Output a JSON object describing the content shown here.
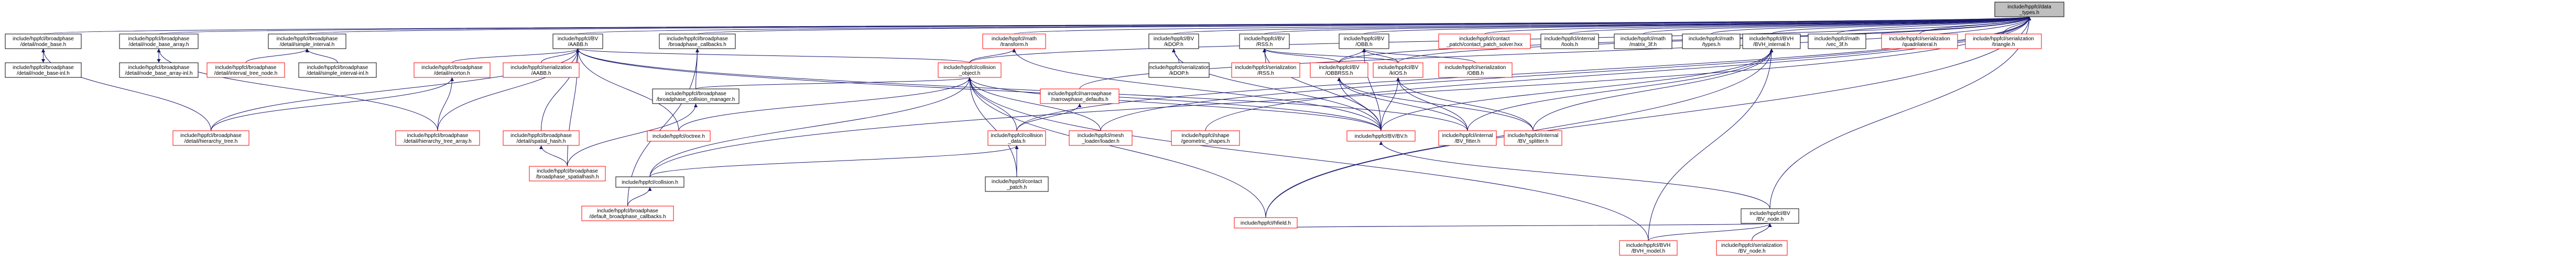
{
  "graph": {
    "root": "include/hppfcl/data_types.h",
    "colors": {
      "edge": "#191970",
      "normal_border": "#000000",
      "truncated_border": "#ff0000",
      "root_fill": "#bfbfbf"
    },
    "nodes": [
      {
        "id": "root",
        "lines": [
          "include/hppfcl/data",
          "_types.h"
        ],
        "kind": "root"
      },
      {
        "id": "nb",
        "lines": [
          "include/hppfcl/broadphase",
          "/detail/node_base.h"
        ],
        "kind": "black"
      },
      {
        "id": "nba",
        "lines": [
          "include/hppfcl/broadphase",
          "/detail/node_base_array.h"
        ],
        "kind": "black"
      },
      {
        "id": "si",
        "lines": [
          "include/hppfcl/broadphase",
          "/detail/simple_interval.h"
        ],
        "kind": "black"
      },
      {
        "id": "aabb",
        "lines": [
          "include/hppfcl/BV",
          "/AABB.h"
        ],
        "kind": "black"
      },
      {
        "id": "bpcb",
        "lines": [
          "include/hppfcl/broadphase",
          "/broadphase_callbacks.h"
        ],
        "kind": "black"
      },
      {
        "id": "transform",
        "lines": [
          "include/hppfcl/math",
          "/transform.h"
        ],
        "kind": "red"
      },
      {
        "id": "nardef",
        "lines": [
          "include/hppfcl/narrowphase",
          "/narrowphase_defaults.h"
        ],
        "kind": "red"
      },
      {
        "id": "kdop",
        "lines": [
          "include/hppfcl/BV",
          "/kDOP.h"
        ],
        "kind": "black"
      },
      {
        "id": "rss",
        "lines": [
          "include/hppfcl/BV",
          "/RSS.h"
        ],
        "kind": "black"
      },
      {
        "id": "obb",
        "lines": [
          "include/hppfcl/BV",
          "/OBB.h"
        ],
        "kind": "black"
      },
      {
        "id": "cpps",
        "lines": [
          "include/hppfcl/contact",
          "_patch/contact_patch_solver.hxx"
        ],
        "kind": "red"
      },
      {
        "id": "tools",
        "lines": [
          "include/hppfcl/internal",
          "/tools.h"
        ],
        "kind": "black"
      },
      {
        "id": "mtf",
        "lines": [
          "include/hppfcl/math",
          "/matrix_3f.h"
        ],
        "kind": "black"
      },
      {
        "id": "mtypes",
        "lines": [
          "include/hppfcl/math",
          "/types.h"
        ],
        "kind": "black"
      },
      {
        "id": "bvh_int",
        "lines": [
          "include/hppfcl/BVH",
          "/BVH_internal.h"
        ],
        "kind": "black"
      },
      {
        "id": "vec3f",
        "lines": [
          "include/hppfcl/math",
          "/vec_3f.h"
        ],
        "kind": "black"
      },
      {
        "id": "ser_ql",
        "lines": [
          "include/hppfcl/serialization",
          "/quadrilateral.h"
        ],
        "kind": "red"
      },
      {
        "id": "ser_tri",
        "lines": [
          "include/hppfcl/serialization",
          "/triangle.h"
        ],
        "kind": "red"
      },
      {
        "id": "nbi",
        "lines": [
          "include/hppfcl/broadphase",
          "/detail/node_base-inl.h"
        ],
        "kind": "black"
      },
      {
        "id": "nbai",
        "lines": [
          "include/hppfcl/broadphase",
          "/detail/node_base_array-inl.h"
        ],
        "kind": "black"
      },
      {
        "id": "itn",
        "lines": [
          "include/hppfcl/broadphase",
          "/detail/interval_tree_node.h"
        ],
        "kind": "red"
      },
      {
        "id": "sii",
        "lines": [
          "include/hppfcl/broadphase",
          "/detail/simple_interval-inl.h"
        ],
        "kind": "black"
      },
      {
        "id": "morton",
        "lines": [
          "include/hppfcl/broadphase",
          "/detail/morton.h"
        ],
        "kind": "red"
      },
      {
        "id": "ser_aabb",
        "lines": [
          "include/hppfcl/serialization",
          "/AABB.h"
        ],
        "kind": "red"
      },
      {
        "id": "bpcm",
        "lines": [
          "include/hppfcl/broadphase",
          "/broadphase_collision_manager.h"
        ],
        "kind": "black"
      },
      {
        "id": "collobj",
        "lines": [
          "include/hppfcl/collision",
          "_object.h"
        ],
        "kind": "red"
      },
      {
        "id": "ser_kdop",
        "lines": [
          "include/hppfcl/serialization",
          "/kDOP.h"
        ],
        "kind": "black"
      },
      {
        "id": "ser_rss",
        "lines": [
          "include/hppfcl/serialization",
          "/RSS.h"
        ],
        "kind": "red"
      },
      {
        "id": "obbrss",
        "lines": [
          "include/hppfcl/BV",
          "/OBBRSS.h"
        ],
        "kind": "red"
      },
      {
        "id": "kios",
        "lines": [
          "include/hppfcl/BV",
          "/kIOS.h"
        ],
        "kind": "red"
      },
      {
        "id": "ser_obb",
        "lines": [
          "include/hppfcl/serialization",
          "/OBB.h"
        ],
        "kind": "red"
      },
      {
        "id": "ht",
        "lines": [
          "include/hppfcl/broadphase",
          "/detail/hierarchy_tree.h"
        ],
        "kind": "red"
      },
      {
        "id": "hta",
        "lines": [
          "include/hppfcl/broadphase",
          "/detail/hierarchy_tree_array.h"
        ],
        "kind": "red"
      },
      {
        "id": "sph",
        "lines": [
          "include/hppfcl/broadphase",
          "/detail/spatial_hash.h"
        ],
        "kind": "red"
      },
      {
        "id": "octree",
        "lines": [
          "include/hppfcl/octree.h"
        ],
        "kind": "red"
      },
      {
        "id": "colldata",
        "lines": [
          "include/hppfcl/collision",
          "_data.h"
        ],
        "kind": "red"
      },
      {
        "id": "loader",
        "lines": [
          "include/hppfcl/mesh",
          "_loader/loader.h"
        ],
        "kind": "red"
      },
      {
        "id": "geom",
        "lines": [
          "include/hppfcl/shape",
          "/geometric_shapes.h"
        ],
        "kind": "red"
      },
      {
        "id": "bvh",
        "lines": [
          "include/hppfcl/BV/BV.h"
        ],
        "kind": "red"
      },
      {
        "id": "bvfit",
        "lines": [
          "include/hppfcl/internal",
          "/BV_fitter.h"
        ],
        "kind": "red"
      },
      {
        "id": "bvsplit",
        "lines": [
          "include/hppfcl/internal",
          "/BV_splitter.h"
        ],
        "kind": "red"
      },
      {
        "id": "bpsh",
        "lines": [
          "include/hppfcl/broadphase",
          "/broadphase_spatialhash.h"
        ],
        "kind": "red"
      },
      {
        "id": "collision",
        "lines": [
          "include/hppfcl/collision.h"
        ],
        "kind": "black"
      },
      {
        "id": "cpatch",
        "lines": [
          "include/hppfcl/contact",
          "_patch.h"
        ],
        "kind": "black"
      },
      {
        "id": "dbpcb",
        "lines": [
          "include/hppfcl/broadphase",
          "/default_broadphase_callbacks.h"
        ],
        "kind": "red"
      },
      {
        "id": "hfield",
        "lines": [
          "include/hppfcl/hfield.h"
        ],
        "kind": "red"
      },
      {
        "id": "bvnode",
        "lines": [
          "include/hppfcl/BV",
          "/BV_node.h"
        ],
        "kind": "black"
      },
      {
        "id": "bvhmodel",
        "lines": [
          "include/hppfcl/BVH",
          "/BVH_model.h"
        ],
        "kind": "red"
      },
      {
        "id": "ser_bvnode",
        "lines": [
          "include/hppfcl/serialization",
          "/BV_node.h"
        ],
        "kind": "red"
      }
    ],
    "edges": [
      [
        "root",
        "nb"
      ],
      [
        "root",
        "nba"
      ],
      [
        "root",
        "si"
      ],
      [
        "root",
        "aabb"
      ],
      [
        "root",
        "bpcb"
      ],
      [
        "root",
        "transform"
      ],
      [
        "root",
        "nardef"
      ],
      [
        "root",
        "kdop"
      ],
      [
        "root",
        "rss"
      ],
      [
        "root",
        "obb"
      ],
      [
        "root",
        "cpps"
      ],
      [
        "root",
        "tools"
      ],
      [
        "root",
        "mtf"
      ],
      [
        "root",
        "mtypes"
      ],
      [
        "root",
        "bvh_int"
      ],
      [
        "root",
        "vec3f"
      ],
      [
        "root",
        "ser_ql"
      ],
      [
        "root",
        "ser_tri"
      ],
      [
        "root",
        "collobj"
      ],
      [
        "root",
        "colldata"
      ],
      [
        "root",
        "loader"
      ],
      [
        "root",
        "geom"
      ],
      [
        "root",
        "collision"
      ],
      [
        "root",
        "hfield"
      ],
      [
        "root",
        "bvnode"
      ],
      [
        "root",
        "obbrss"
      ],
      [
        "root",
        "kios"
      ],
      [
        "nb",
        "nbi"
      ],
      [
        "nbi",
        "nb"
      ],
      [
        "nb",
        "ht"
      ],
      [
        "nba",
        "nbai"
      ],
      [
        "nbai",
        "nba"
      ],
      [
        "nba",
        "hta"
      ],
      [
        "si",
        "itn"
      ],
      [
        "si",
        "sii"
      ],
      [
        "aabb",
        "morton"
      ],
      [
        "aabb",
        "ser_aabb"
      ],
      [
        "aabb",
        "collobj"
      ],
      [
        "aabb",
        "ht"
      ],
      [
        "aabb",
        "hta"
      ],
      [
        "aabb",
        "sph"
      ],
      [
        "aabb",
        "octree"
      ],
      [
        "aabb",
        "bpsh"
      ],
      [
        "aabb",
        "bvh"
      ],
      [
        "aabb",
        "bvfit"
      ],
      [
        "morton",
        "ht"
      ],
      [
        "morton",
        "hta"
      ],
      [
        "sph",
        "bpsh"
      ],
      [
        "bpcb",
        "bpcm"
      ],
      [
        "bpcb",
        "dbpcb"
      ],
      [
        "transform",
        "collobj"
      ],
      [
        "transform",
        "bvh"
      ],
      [
        "nardef",
        "colldata"
      ],
      [
        "collobj",
        "bpcm"
      ],
      [
        "collobj",
        "colldata"
      ],
      [
        "collobj",
        "loader"
      ],
      [
        "collobj",
        "collision"
      ],
      [
        "collobj",
        "cpatch"
      ],
      [
        "collobj",
        "hfield"
      ],
      [
        "collobj",
        "bvhmodel"
      ],
      [
        "collobj",
        "octree"
      ],
      [
        "collobj",
        "bvh"
      ],
      [
        "bpcm",
        "bpsh"
      ],
      [
        "colldata",
        "collision"
      ],
      [
        "colldata",
        "cpatch"
      ],
      [
        "collision",
        "dbpcb"
      ],
      [
        "kdop",
        "ser_kdop"
      ],
      [
        "kdop",
        "bvh"
      ],
      [
        "rss",
        "ser_rss"
      ],
      [
        "rss",
        "obbrss"
      ],
      [
        "rss",
        "bvh"
      ],
      [
        "rss",
        "kios"
      ],
      [
        "obb",
        "ser_obb"
      ],
      [
        "obb",
        "obbrss"
      ],
      [
        "obb",
        "kios"
      ],
      [
        "obb",
        "bvh"
      ],
      [
        "obbrss",
        "bvh"
      ],
      [
        "obbrss",
        "bvfit"
      ],
      [
        "obbrss",
        "bvsplit"
      ],
      [
        "kios",
        "bvh"
      ],
      [
        "kios",
        "bvfit"
      ],
      [
        "kios",
        "bvsplit"
      ],
      [
        "bvh_int",
        "bvh"
      ],
      [
        "bvh_int",
        "bvfit"
      ],
      [
        "bvh_int",
        "bvsplit"
      ],
      [
        "bvh_int",
        "hfield"
      ],
      [
        "bvh_int",
        "bvhmodel"
      ],
      [
        "bvh",
        "bvnode"
      ],
      [
        "bvnode",
        "bvhmodel"
      ],
      [
        "bvnode",
        "ser_bvnode"
      ],
      [
        "bvnode",
        "hfield"
      ]
    ]
  }
}
